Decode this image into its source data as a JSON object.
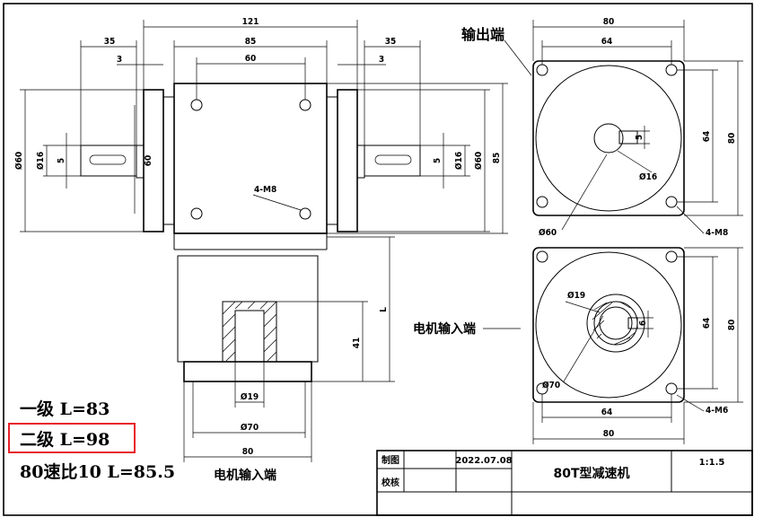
{
  "drawing": {
    "output_end_label": "输出端",
    "motor_input_label": "电机输入端",
    "motor_input_label_bottom": "电机输入端"
  },
  "front_view": {
    "dim_overall": "121",
    "dim_body": "85",
    "dim_holes": "60",
    "dim_shaft_left": "35",
    "dim_shaft_right": "35",
    "dim_flange_left": "3",
    "dim_flange_right": "3",
    "dim_flange_dia_left": "Ø60",
    "dim_shaft_dia_left": "Ø16",
    "dim_key_left": "5",
    "dim_body_height": "60",
    "dim_shaft_dia_right": "Ø16",
    "dim_key_right": "5",
    "dim_flange_dia_right": "Ø60",
    "dim_body_height_right": "85",
    "dim_tap": "4-M8",
    "dim_L": "L",
    "dim_41": "41",
    "dim_bore": "Ø19",
    "dim_pcd": "Ø70",
    "dim_base": "80"
  },
  "output_view": {
    "dim_width": "80",
    "dim_holes": "64",
    "dim_key": "5",
    "dim_shaft": "Ø16",
    "dim_pcd": "Ø60",
    "dim_tap": "4-M8",
    "dim_height_holes": "64",
    "dim_height": "80"
  },
  "input_view": {
    "dim_bore": "Ø19",
    "dim_key": "6",
    "dim_pcd": "Ø70",
    "dim_tap": "4-M6",
    "dim_holes": "64",
    "dim_width": "80",
    "dim_height_holes": "64",
    "dim_height": "80"
  },
  "notes": {
    "stage1": "一级 L=83",
    "stage2": "二级 L=98",
    "ratio10": "80速比10 L=85.5"
  },
  "title_block": {
    "drawn_label": "制图",
    "checked_label": "校核",
    "date": "2022.07.08",
    "title": "80T型减速机",
    "scale": "1:1.5"
  },
  "highlight_color": "#e8212a"
}
